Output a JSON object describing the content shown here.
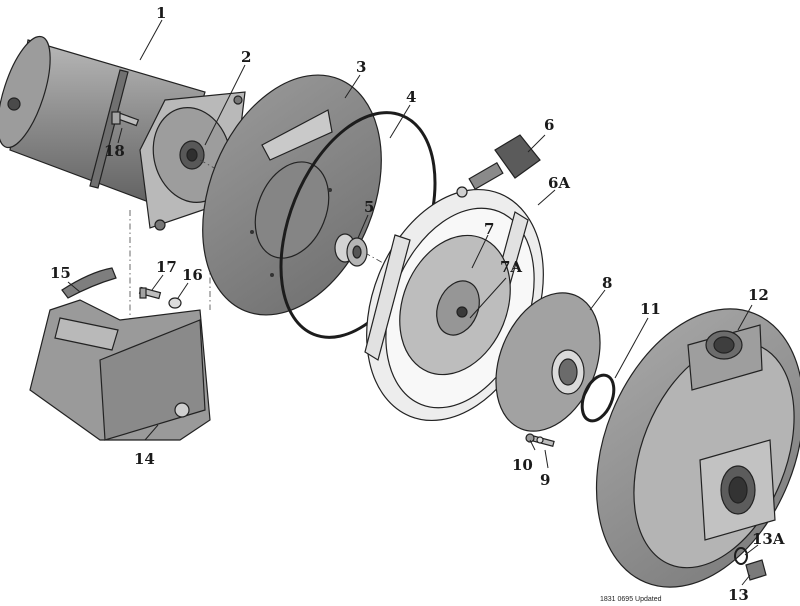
{
  "callouts": {
    "c1": "1",
    "c2": "2",
    "c3": "3",
    "c4": "4",
    "c5": "5",
    "c6": "6",
    "c6a": "6A",
    "c7": "7",
    "c7a": "7A",
    "c8": "8",
    "c9": "9",
    "c10": "10",
    "c11": "11",
    "c12": "12",
    "c13": "13",
    "c13a": "13A",
    "c14": "14",
    "c15": "15",
    "c16": "16",
    "c17": "17",
    "c18": "18"
  },
  "stamp": "1831 0695 Updated",
  "colors": {
    "metal_dark": "#7d7d7d",
    "metal_mid": "#a6a6a6",
    "metal_light": "#cfcfcf",
    "plastic_light": "#ececec",
    "outline": "#222222"
  }
}
